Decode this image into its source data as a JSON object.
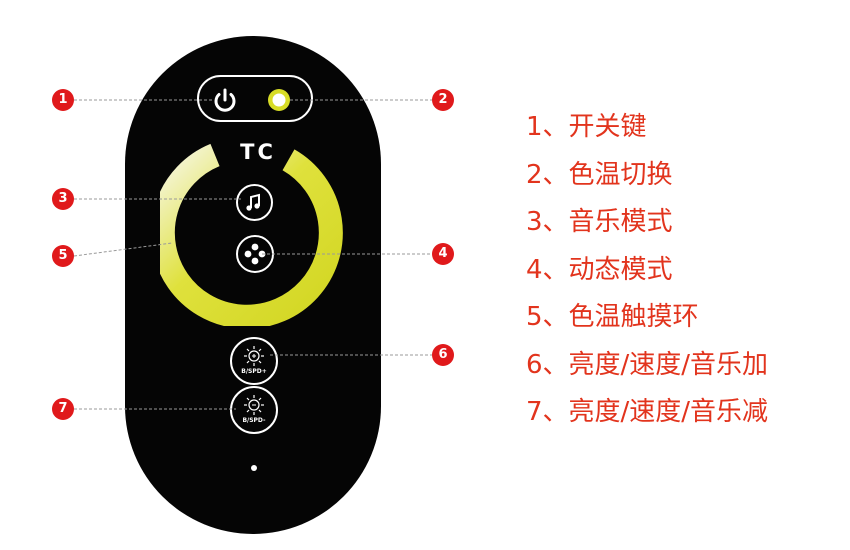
{
  "remote": {
    "brand": "TC",
    "brightness_plus_label": "B/SPD+",
    "brightness_minus_label": "B/SPD-"
  },
  "callouts": [
    "1",
    "2",
    "3",
    "4",
    "5",
    "6",
    "7"
  ],
  "legend": [
    "1、开关键",
    "2、色温切换",
    "3、音乐模式",
    "4、动态模式",
    "5、色温触摸环",
    "6、亮度/速度/音乐加",
    "7、亮度/速度/音乐减"
  ],
  "colors": {
    "remote_body": "#050505",
    "ring_yellow": "#d7dc26",
    "ring_light": "#f3f2d6",
    "callout_red": "#e0191b",
    "legend_text": "#e2341d"
  }
}
